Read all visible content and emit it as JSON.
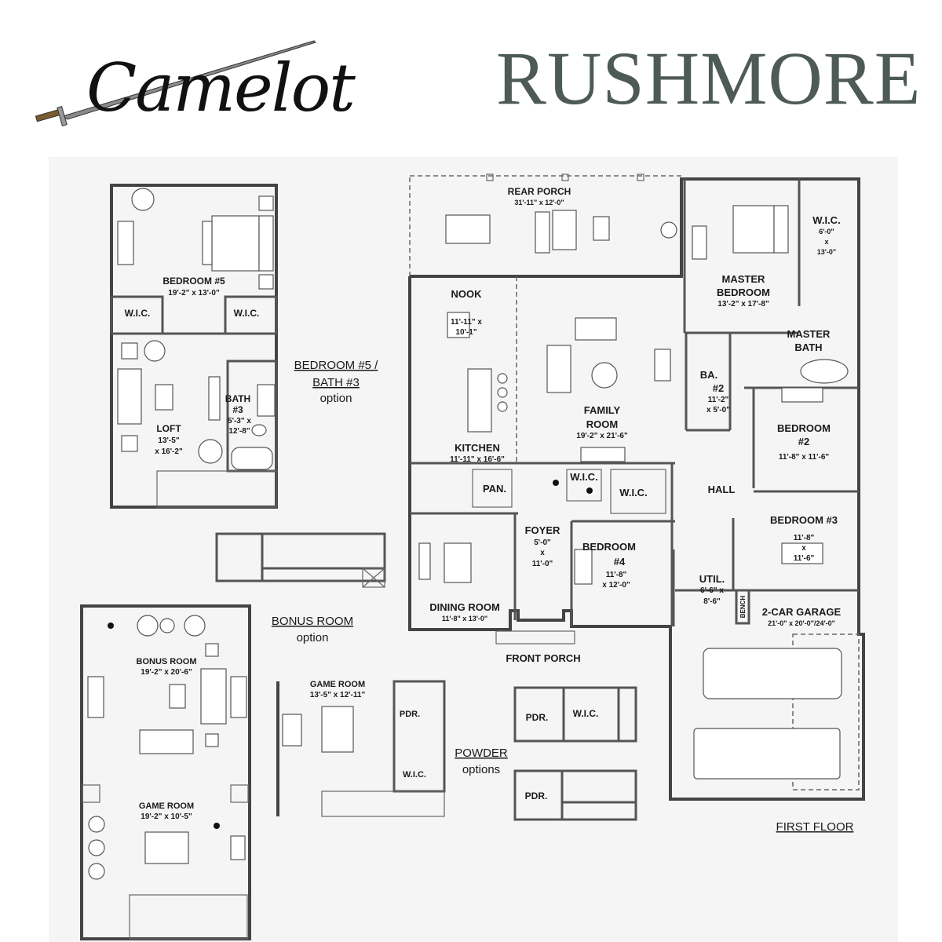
{
  "header": {
    "brand": "Camelot",
    "plan_name": "RUSHMORE",
    "title_color": "#4d5a55"
  },
  "option_labels": {
    "bedroom5_bath3": {
      "line1": "BEDROOM #5 /",
      "line2": "BATH #3",
      "line3": "option"
    },
    "bonus_room": {
      "line1": "BONUS ROOM",
      "line2": "option"
    },
    "powder": {
      "line1": "POWDER",
      "line2": "options"
    },
    "first_floor": "FIRST FLOOR"
  },
  "rooms": {
    "bedroom5": {
      "name": "BEDROOM #5",
      "dim": "19'-2\" x 13'-0\""
    },
    "bedroom5_wic_left": {
      "name": "W.I.C."
    },
    "bedroom5_wic_right": {
      "name": "W.I.C."
    },
    "loft": {
      "name": "LOFT",
      "dim1": "13'-5\"",
      "dim2": "x 16'-2\""
    },
    "bath3": {
      "name1": "BATH",
      "name2": "#3",
      "dim1": "5'-3\" x",
      "dim2": "12'-8\""
    },
    "rear_porch": {
      "name": "REAR PORCH",
      "dim": "31'-11\" x 12'-0\""
    },
    "master_bedroom": {
      "name1": "MASTER",
      "name2": "BEDROOM",
      "dim": "13'-2\" x 17'-8\""
    },
    "master_wic": {
      "name": "W.I.C.",
      "dim1": "6'-0\"",
      "dim2": "x",
      "dim3": "13'-0\""
    },
    "master_bath": {
      "name1": "MASTER",
      "name2": "BATH"
    },
    "nook": {
      "name": "NOOK",
      "dim1": "11'-11\" x",
      "dim2": "10'-1\""
    },
    "family_room": {
      "name1": "FAMILY",
      "name2": "ROOM",
      "dim": "19'-2\" x 21'-6\""
    },
    "kitchen": {
      "name": "KITCHEN",
      "dim": "11'-11\" x 16'-6\""
    },
    "bath2": {
      "name1": "BA.",
      "name2": "#2",
      "dim1": "11'-2\"",
      "dim2": "x 5'-0\""
    },
    "bedroom2": {
      "name1": "BEDROOM",
      "name2": "#2",
      "dim": "11'-8\" x 11'-6\""
    },
    "pantry": {
      "name": "PAN."
    },
    "foyer_wic": {
      "name": "W.I.C."
    },
    "bedroom4_wic": {
      "name": "W.I.C."
    },
    "hall": {
      "name": "HALL"
    },
    "bedroom3": {
      "name": "BEDROOM #3",
      "dim1": "11'-8\"",
      "dim2": "x",
      "dim3": "11'-6\""
    },
    "foyer": {
      "name": "FOYER",
      "dim1": "5'-0\"",
      "dim2": "x",
      "dim3": "11'-0\""
    },
    "bedroom4": {
      "name1": "BEDROOM",
      "name2": "#4",
      "dim1": "11'-8\"",
      "dim2": "x 12'-0\""
    },
    "util": {
      "name": "UTIL.",
      "dim1": "6'-6\" x",
      "dim2": "8'-6\""
    },
    "bench": {
      "name": "BENCH"
    },
    "garage": {
      "name": "2-CAR GARAGE",
      "dim": "21'-0\" x 20'-0\"/24'-0\""
    },
    "dining_room": {
      "name": "DINING ROOM",
      "dim": "11'-8\" x 13'-0\""
    },
    "front_porch": {
      "name": "FRONT PORCH"
    },
    "bonus_room": {
      "name": "BONUS ROOM",
      "dim": "19'-2\" x 20'-6\""
    },
    "game_room_bonus": {
      "name": "GAME ROOM",
      "dim": "19'-2\" x 10'-5\""
    },
    "game_room_alt": {
      "name": "GAME ROOM",
      "dim": "13'-5\" x 12'-11\""
    },
    "pdr_game": {
      "name": "PDR."
    },
    "wic_game": {
      "name": "W.I.C."
    },
    "pdr_option1": {
      "name": "PDR."
    },
    "wic_option1": {
      "name": "W.I.C."
    },
    "pdr_option2": {
      "name": "PDR."
    }
  }
}
